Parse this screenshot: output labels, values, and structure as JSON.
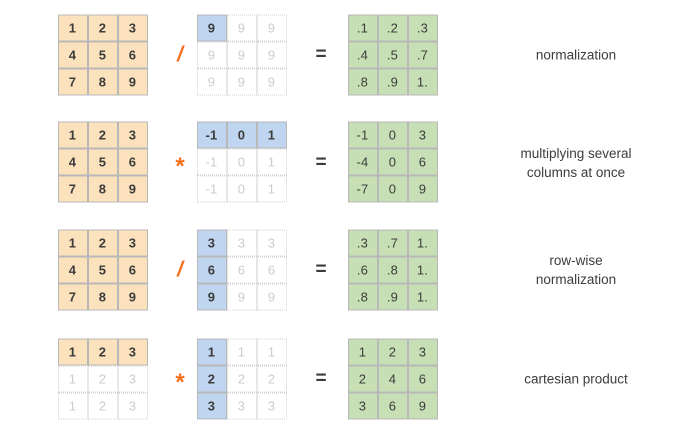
{
  "figure": {
    "title": "",
    "background_color": "#ffffff",
    "palette": {
      "operand_fill": "#fbe2bd",
      "broadcast_fill": "#bfd5f0",
      "result_fill": "#c7dfb4",
      "ghost_text": "#cccccc",
      "cell_border": "#b8b8b8",
      "operator_color": "#f4701f",
      "text_color": "#3c3c3c"
    }
  },
  "rows": [
    {
      "id": "normalization",
      "operator": "/",
      "operator_name": "divide-operator",
      "equals": "=",
      "label": "normalization",
      "left": {
        "name": "operand-matrix",
        "fill": "orange",
        "cells": [
          [
            {
              "v": "1",
              "solid": true
            },
            {
              "v": "2",
              "solid": true
            },
            {
              "v": "3",
              "solid": true
            }
          ],
          [
            {
              "v": "4",
              "solid": true
            },
            {
              "v": "5",
              "solid": true
            },
            {
              "v": "6",
              "solid": true
            }
          ],
          [
            {
              "v": "7",
              "solid": true
            },
            {
              "v": "8",
              "solid": true
            },
            {
              "v": "9",
              "solid": true
            }
          ]
        ]
      },
      "middle": {
        "name": "broadcast-matrix",
        "fill": "blue",
        "cells": [
          [
            {
              "v": "9",
              "solid": true
            },
            {
              "v": "9",
              "solid": false
            },
            {
              "v": "9",
              "solid": false
            }
          ],
          [
            {
              "v": "9",
              "solid": false
            },
            {
              "v": "9",
              "solid": false
            },
            {
              "v": "9",
              "solid": false
            }
          ],
          [
            {
              "v": "9",
              "solid": false
            },
            {
              "v": "9",
              "solid": false
            },
            {
              "v": "9",
              "solid": false
            }
          ]
        ]
      },
      "result": {
        "name": "result-matrix",
        "fill": "green",
        "cells": [
          [
            {
              "v": ".1",
              "solid": true
            },
            {
              "v": ".2",
              "solid": true
            },
            {
              "v": ".3",
              "solid": true
            }
          ],
          [
            {
              "v": ".4",
              "solid": true
            },
            {
              "v": ".5",
              "solid": true
            },
            {
              "v": ".7",
              "solid": true
            }
          ],
          [
            {
              "v": ".8",
              "solid": true
            },
            {
              "v": ".9",
              "solid": true
            },
            {
              "v": "1.",
              "solid": true
            }
          ]
        ]
      }
    },
    {
      "id": "multiplying-several-columns",
      "operator": "*",
      "operator_name": "multiply-operator",
      "equals": "=",
      "label": "multiplying several\ncolumns at once",
      "left": {
        "name": "operand-matrix",
        "fill": "orange",
        "cells": [
          [
            {
              "v": "1",
              "solid": true
            },
            {
              "v": "2",
              "solid": true
            },
            {
              "v": "3",
              "solid": true
            }
          ],
          [
            {
              "v": "4",
              "solid": true
            },
            {
              "v": "5",
              "solid": true
            },
            {
              "v": "6",
              "solid": true
            }
          ],
          [
            {
              "v": "7",
              "solid": true
            },
            {
              "v": "8",
              "solid": true
            },
            {
              "v": "9",
              "solid": true
            }
          ]
        ]
      },
      "middle": {
        "name": "broadcast-matrix",
        "fill": "blue",
        "cells": [
          [
            {
              "v": "-1",
              "solid": true
            },
            {
              "v": "0",
              "solid": true
            },
            {
              "v": "1",
              "solid": true
            }
          ],
          [
            {
              "v": "-1",
              "solid": false
            },
            {
              "v": "0",
              "solid": false
            },
            {
              "v": "1",
              "solid": false
            }
          ],
          [
            {
              "v": "-1",
              "solid": false
            },
            {
              "v": "0",
              "solid": false
            },
            {
              "v": "1",
              "solid": false
            }
          ]
        ]
      },
      "result": {
        "name": "result-matrix",
        "fill": "green",
        "cells": [
          [
            {
              "v": "-1",
              "solid": true
            },
            {
              "v": "0",
              "solid": true
            },
            {
              "v": "3",
              "solid": true
            }
          ],
          [
            {
              "v": "-4",
              "solid": true
            },
            {
              "v": "0",
              "solid": true
            },
            {
              "v": "6",
              "solid": true
            }
          ],
          [
            {
              "v": "-7",
              "solid": true
            },
            {
              "v": "0",
              "solid": true
            },
            {
              "v": "9",
              "solid": true
            }
          ]
        ]
      }
    },
    {
      "id": "row-wise-normalization",
      "operator": "/",
      "operator_name": "divide-operator",
      "equals": "=",
      "label": "row-wise\nnormalization",
      "left": {
        "name": "operand-matrix",
        "fill": "orange",
        "cells": [
          [
            {
              "v": "1",
              "solid": true
            },
            {
              "v": "2",
              "solid": true
            },
            {
              "v": "3",
              "solid": true
            }
          ],
          [
            {
              "v": "4",
              "solid": true
            },
            {
              "v": "5",
              "solid": true
            },
            {
              "v": "6",
              "solid": true
            }
          ],
          [
            {
              "v": "7",
              "solid": true
            },
            {
              "v": "8",
              "solid": true
            },
            {
              "v": "9",
              "solid": true
            }
          ]
        ]
      },
      "middle": {
        "name": "broadcast-matrix",
        "fill": "blue",
        "cells": [
          [
            {
              "v": "3",
              "solid": true
            },
            {
              "v": "3",
              "solid": false
            },
            {
              "v": "3",
              "solid": false
            }
          ],
          [
            {
              "v": "6",
              "solid": true
            },
            {
              "v": "6",
              "solid": false
            },
            {
              "v": "6",
              "solid": false
            }
          ],
          [
            {
              "v": "9",
              "solid": true
            },
            {
              "v": "9",
              "solid": false
            },
            {
              "v": "9",
              "solid": false
            }
          ]
        ]
      },
      "result": {
        "name": "result-matrix",
        "fill": "green",
        "cells": [
          [
            {
              "v": ".3",
              "solid": true
            },
            {
              "v": ".7",
              "solid": true
            },
            {
              "v": "1.",
              "solid": true
            }
          ],
          [
            {
              "v": ".6",
              "solid": true
            },
            {
              "v": ".8",
              "solid": true
            },
            {
              "v": "1.",
              "solid": true
            }
          ],
          [
            {
              "v": ".8",
              "solid": true
            },
            {
              "v": ".9",
              "solid": true
            },
            {
              "v": "1.",
              "solid": true
            }
          ]
        ]
      }
    },
    {
      "id": "cartesian-product",
      "operator": "*",
      "operator_name": "multiply-operator",
      "equals": "=",
      "label": "cartesian product",
      "left": {
        "name": "operand-matrix",
        "fill": "orange",
        "cells": [
          [
            {
              "v": "1",
              "solid": true
            },
            {
              "v": "2",
              "solid": true
            },
            {
              "v": "3",
              "solid": true
            }
          ],
          [
            {
              "v": "1",
              "solid": false
            },
            {
              "v": "2",
              "solid": false
            },
            {
              "v": "3",
              "solid": false
            }
          ],
          [
            {
              "v": "1",
              "solid": false
            },
            {
              "v": "2",
              "solid": false
            },
            {
              "v": "3",
              "solid": false
            }
          ]
        ]
      },
      "middle": {
        "name": "broadcast-matrix",
        "fill": "blue",
        "cells": [
          [
            {
              "v": "1",
              "solid": true
            },
            {
              "v": "1",
              "solid": false
            },
            {
              "v": "1",
              "solid": false
            }
          ],
          [
            {
              "v": "2",
              "solid": true
            },
            {
              "v": "2",
              "solid": false
            },
            {
              "v": "2",
              "solid": false
            }
          ],
          [
            {
              "v": "3",
              "solid": true
            },
            {
              "v": "3",
              "solid": false
            },
            {
              "v": "3",
              "solid": false
            }
          ]
        ]
      },
      "result": {
        "name": "result-matrix",
        "fill": "green",
        "cells": [
          [
            {
              "v": "1",
              "solid": true
            },
            {
              "v": "2",
              "solid": true
            },
            {
              "v": "3",
              "solid": true
            }
          ],
          [
            {
              "v": "2",
              "solid": true
            },
            {
              "v": "4",
              "solid": true
            },
            {
              "v": "6",
              "solid": true
            }
          ],
          [
            {
              "v": "3",
              "solid": true
            },
            {
              "v": "6",
              "solid": true
            },
            {
              "v": "9",
              "solid": true
            }
          ]
        ]
      }
    }
  ]
}
